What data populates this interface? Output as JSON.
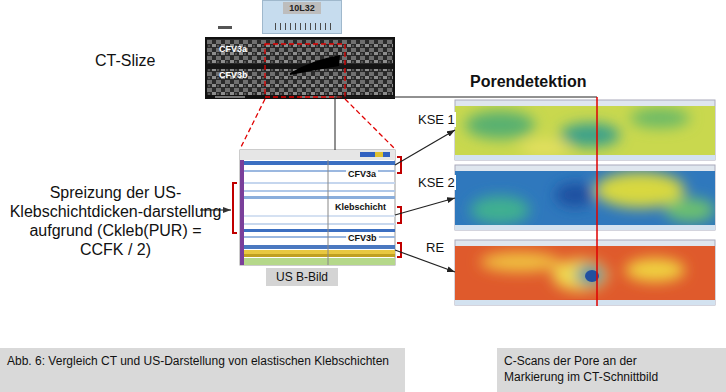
{
  "diagram": {
    "caption": "Abb. 6: Vergleich CT und US-Darstellung von elastischen Klebschichten",
    "nodes": [
      {
        "text": [
          "10L32"
        ]
      },
      {
        "text": [
          "CFV3a",
          "CFV3b"
        ]
      },
      {
        "text": [
          "CFV3a",
          "Klebschicht",
          "CFV3b",
          "US B-Bild"
        ]
      },
      {
        "text": [
          "KSE 1"
        ]
      },
      {
        "text": [
          "KSE 2"
        ]
      },
      {
        "text": [
          "RE"
        ]
      },
      {
        "text": [
          "C-Scans der Pore an der Markierung im CT-Schnittbild"
        ]
      }
    ],
    "edges": [
      {
        "from": 2,
        "to": 3,
        "arrow": "to"
      },
      {
        "from": 2,
        "to": 4,
        "arrow": "to"
      },
      {
        "from": 2,
        "to": 5,
        "arrow": "to"
      }
    ],
    "labels": [
      "CT-Slize",
      "Spreizung der US-Klebschichtdicken-darstellung aufgrund (Ckleb(PUR) = CCFK / 2)",
      "Porendetektion"
    ]
  }
}
